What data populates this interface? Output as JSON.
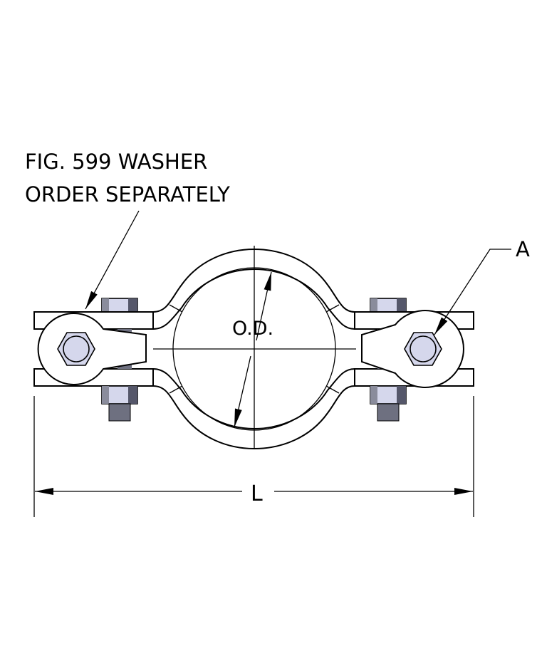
{
  "callout": {
    "line1": "FIG. 599 WASHER",
    "line2": "ORDER SEPARATELY"
  },
  "labels": {
    "od": "O.D.",
    "length": "L",
    "a": "A"
  },
  "colors": {
    "steel": "#d5d7ec",
    "steel_dark": "#6e7080",
    "line": "#000000"
  }
}
